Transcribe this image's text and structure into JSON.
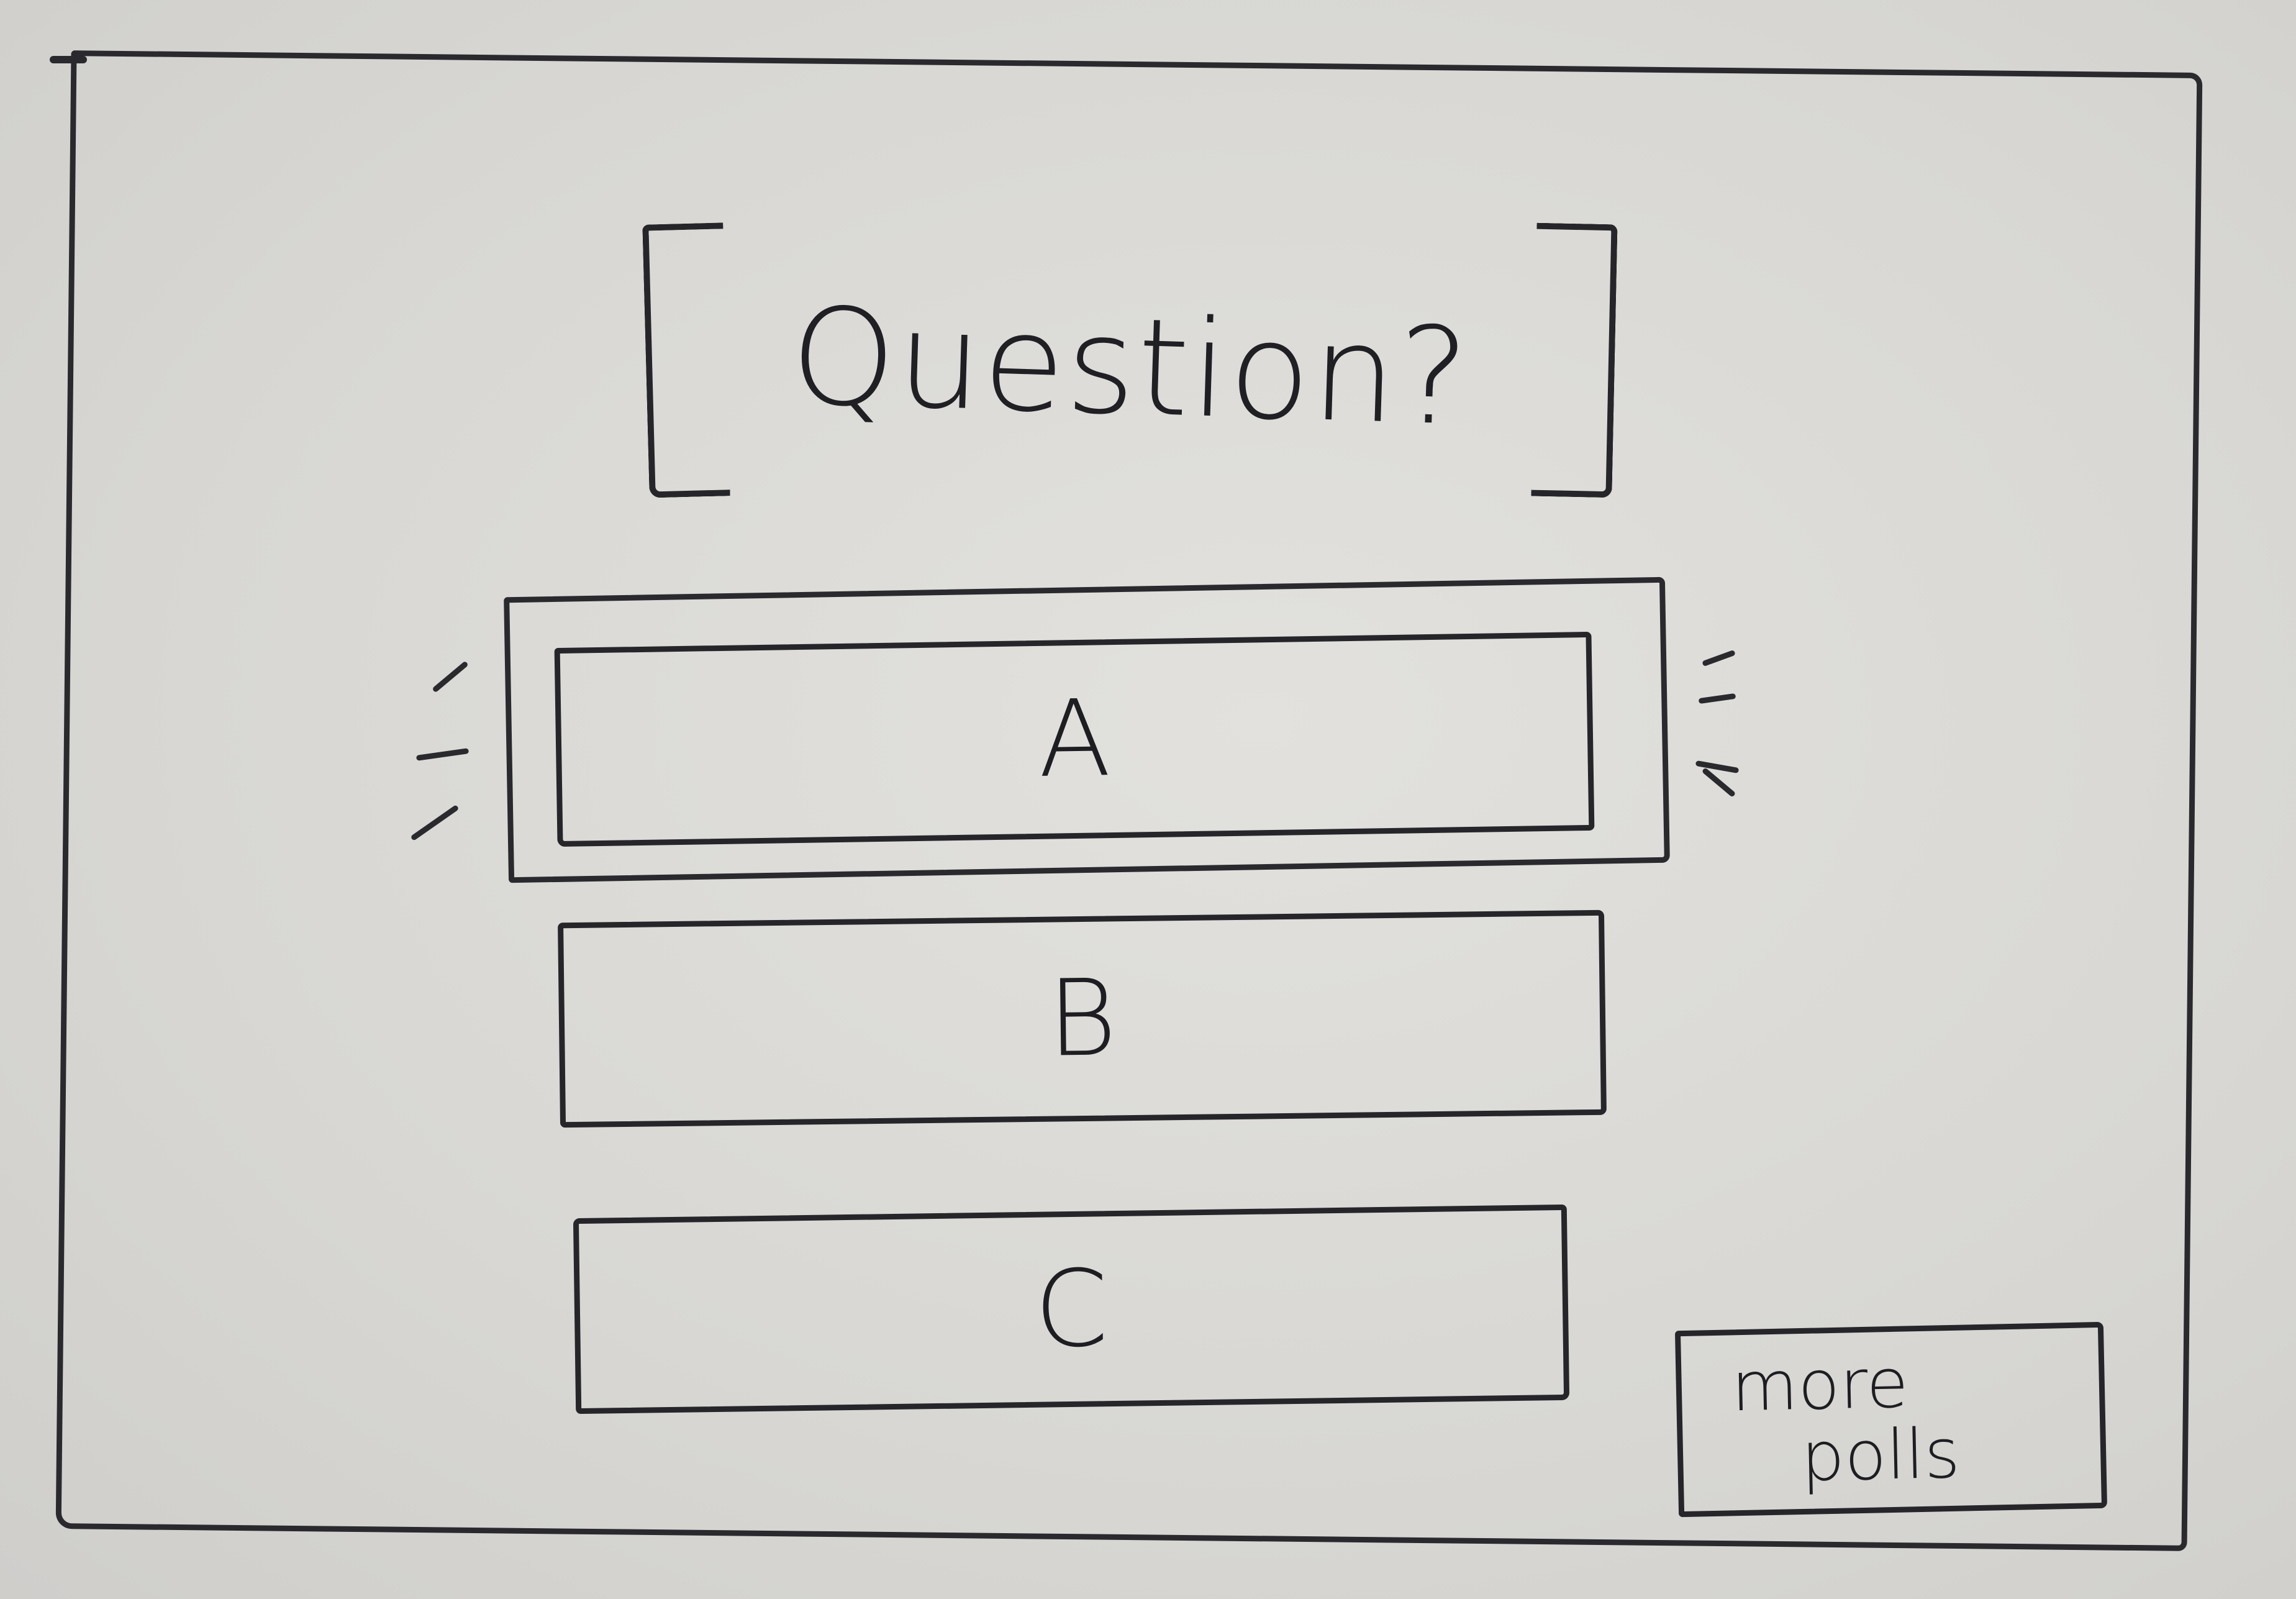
{
  "question": {
    "text": "Question?"
  },
  "options": [
    {
      "label": "A",
      "selected": true
    },
    {
      "label": "B",
      "selected": false
    },
    {
      "label": "C",
      "selected": false
    }
  ],
  "more_polls": {
    "line1": "more",
    "line2": "polls"
  },
  "colors": {
    "ink": "#1d1d22",
    "paper": "#d9d8d4"
  }
}
